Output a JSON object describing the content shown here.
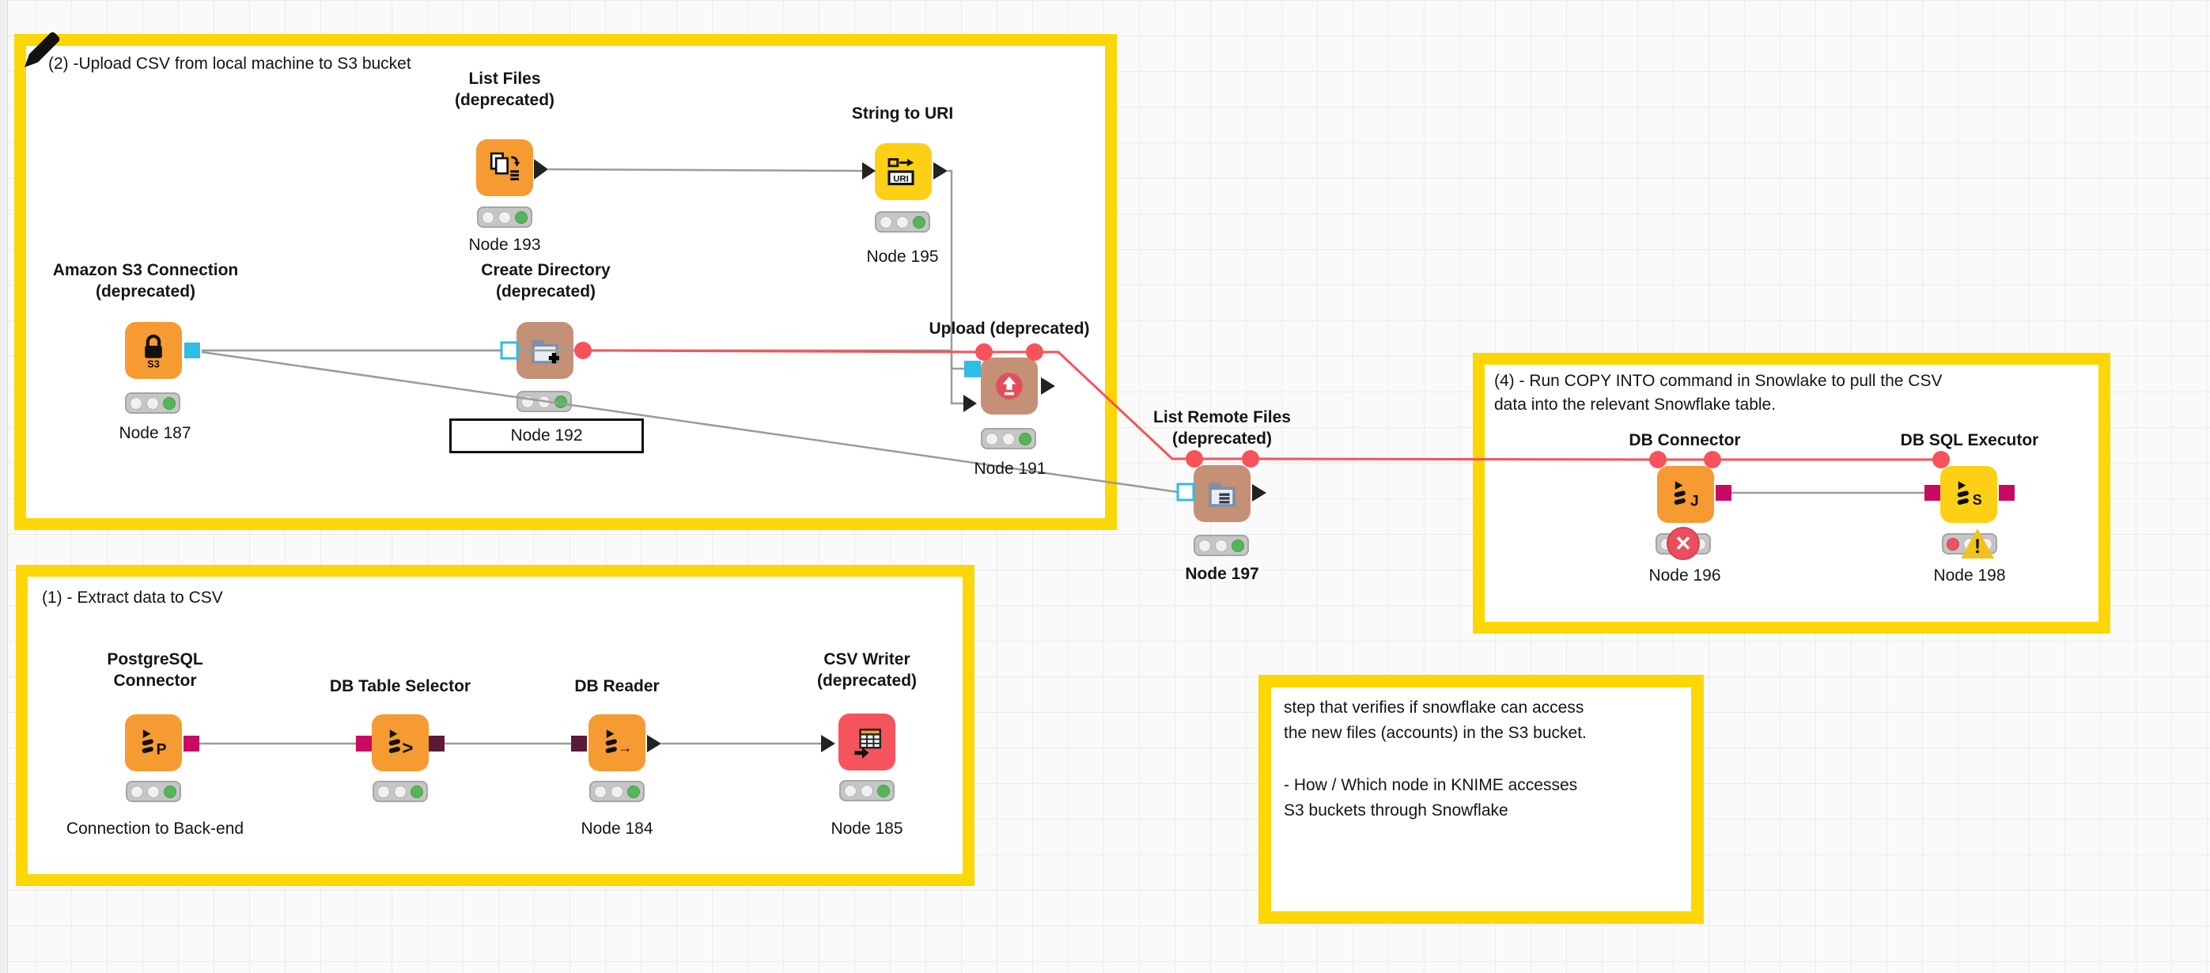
{
  "colors": {
    "annotation_border": "#FDD605",
    "node_orange": "#F59B31",
    "node_tan": "#C49076",
    "node_yellow": "#FDD016",
    "node_red": "#F5545D",
    "port_cyan": "#2EBDE4",
    "port_magenta": "#C90963",
    "port_dark_red": "#5A1A38",
    "flow_variable_red": "#F7525A",
    "wire_gray": "#9B9B9B",
    "status_green": "#55B559",
    "status_error_red": "#E8505F",
    "status_warning_yellow": "#F2C21C"
  },
  "annotations": {
    "upload_box": {
      "title": "(2) -Upload CSV from local machine to S3 bucket"
    },
    "extract_box": {
      "title": "(1) - Extract data to CSV"
    },
    "snowflake_box": {
      "line1": "(4) - Run COPY INTO command in Snowlake to pull the CSV",
      "line2": "data into the relevant Snowflake table."
    },
    "question_note": {
      "line1": "step that verifies if snowflake can access",
      "line2": "the new files (accounts) in the S3 bucket.",
      "line3": "- How / Which node in KNIME accesses",
      "line4": "S3 buckets through Snowflake"
    }
  },
  "nodes": {
    "list_files": {
      "title": "List Files",
      "subtitle": "(deprecated)",
      "id": "Node 193",
      "status": "executed"
    },
    "string_to_uri": {
      "title": "String to URI",
      "subtitle": "",
      "id": "Node 195",
      "status": "executed",
      "icon_text": "URI"
    },
    "s3_connection": {
      "title": "Amazon S3 Connection",
      "subtitle": "(deprecated)",
      "id": "Node 187",
      "status": "executed",
      "icon_text": "S3"
    },
    "create_directory": {
      "title": "Create Directory",
      "subtitle": "(deprecated)",
      "id": "Node 192",
      "status": "executed"
    },
    "upload": {
      "title": "Upload (deprecated)",
      "subtitle": "",
      "id": "Node 191",
      "status": "executed"
    },
    "list_remote_files": {
      "title": "List Remote Files",
      "subtitle": "(deprecated)",
      "id": "Node 197",
      "status": "executed"
    },
    "db_connector": {
      "title": "DB Connector",
      "subtitle": "",
      "id": "Node 196",
      "status": "error",
      "icon_text": "J"
    },
    "db_sql_executor": {
      "title": "DB SQL Executor",
      "subtitle": "",
      "id": "Node 198",
      "status": "warning",
      "icon_text": "S"
    },
    "postgresql_connector": {
      "title": "PostgreSQL",
      "subtitle": "Connector",
      "id": "Connection to Back-end",
      "status": "executed",
      "icon_text": "P"
    },
    "db_table_selector": {
      "title": "DB Table Selector",
      "subtitle": "",
      "id": "",
      "status": "executed",
      "icon_text": ">"
    },
    "db_reader": {
      "title": "DB Reader",
      "subtitle": "",
      "id": "Node 184",
      "status": "executed",
      "icon_text": "→"
    },
    "csv_writer": {
      "title": "CSV Writer",
      "subtitle": "(deprecated)",
      "id": "Node 185",
      "status": "executed"
    }
  }
}
